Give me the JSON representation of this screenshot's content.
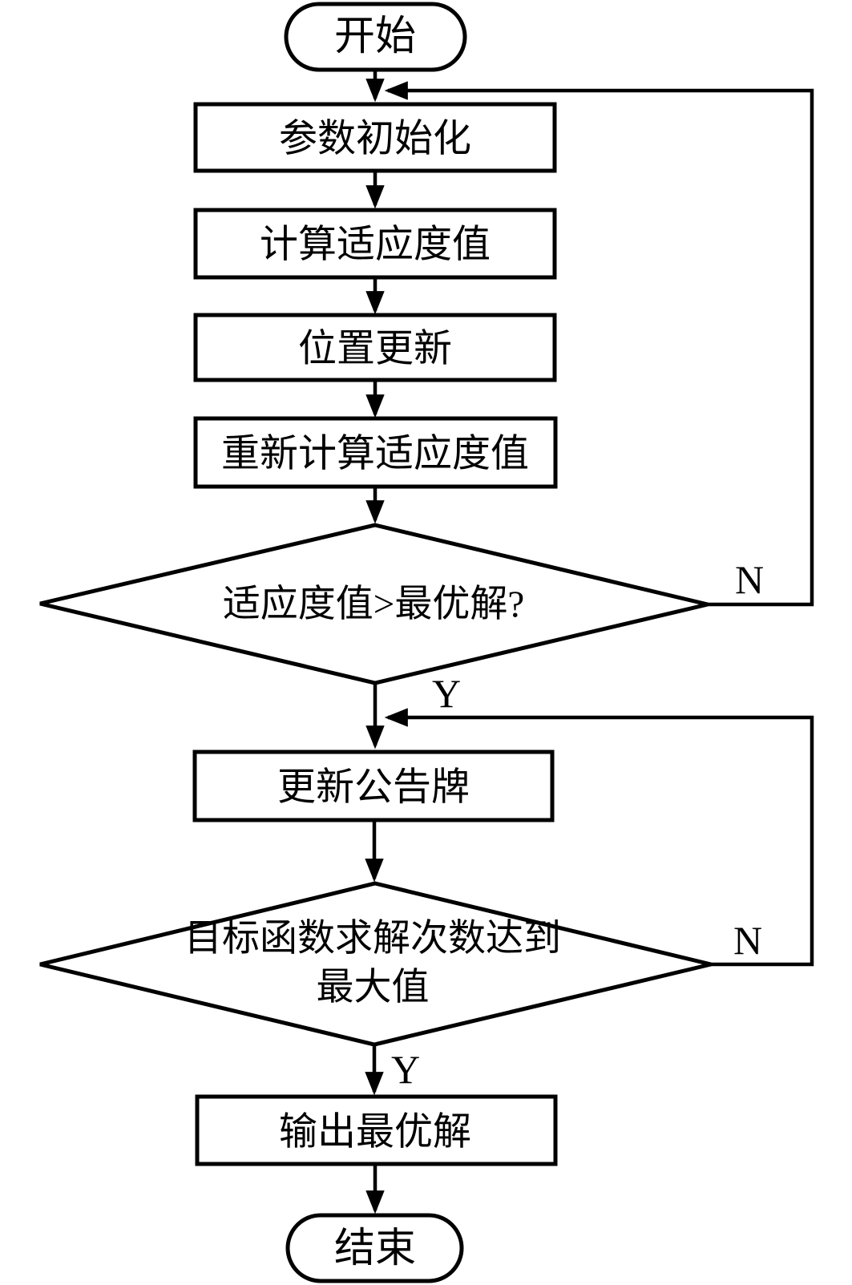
{
  "diagram": {
    "type": "flowchart",
    "colors": {
      "background": "#ffffff",
      "stroke": "#000000",
      "text": "#000000"
    },
    "nodes": {
      "start": {
        "label": "开始",
        "shape": "terminator"
      },
      "init": {
        "label": "参数初始化",
        "shape": "process"
      },
      "calc_fitness": {
        "label": "计算适应度值",
        "shape": "process"
      },
      "update_position": {
        "label": "位置更新",
        "shape": "process"
      },
      "recalc_fitness": {
        "label": "重新计算适应度值",
        "shape": "process"
      },
      "decision_fitness": {
        "label": "适应度值>最优解?",
        "shape": "decision"
      },
      "update_board": {
        "label": "更新公告牌",
        "shape": "process"
      },
      "decision_max": {
        "line1": "目标函数求解次数达到",
        "line2": "最大值",
        "shape": "decision"
      },
      "output_best": {
        "label": "输出最优解",
        "shape": "process"
      },
      "end": {
        "label": "结束",
        "shape": "terminator"
      }
    },
    "edges": {
      "fitness_no": "N",
      "fitness_yes": "Y",
      "max_no": "N",
      "max_yes": "Y"
    }
  }
}
